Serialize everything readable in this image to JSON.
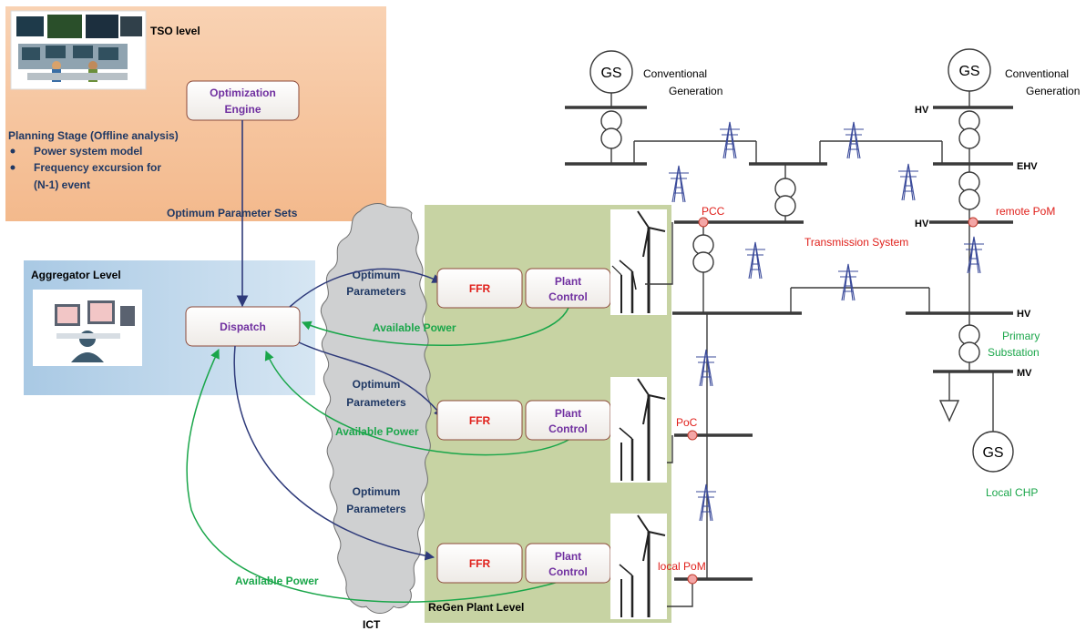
{
  "colors": {
    "tso_bg": "#f7c9a5",
    "aggregator_bg": "#b9d3e8",
    "regen_bg": "#c9d6a6",
    "node_border": "#8c4a3a",
    "purple_text": "#7030a0",
    "red_text": "#e0201b",
    "navy_text": "#1f3864",
    "green_text": "#1aa64a",
    "arrow_navy": "#2e3a7a",
    "arrow_green": "#1aa64a",
    "line_dark": "#3a3a3a",
    "tower_blue": "#3a4a9a",
    "poc_red": "#d9534f"
  },
  "tso": {
    "title": "TSO level",
    "optimization_engine": [
      "Optimization",
      "Engine"
    ],
    "planning_title": "Planning Stage (Offline analysis)",
    "planning_items": [
      "Power system model",
      "Frequency excursion for",
      "(N-1) event"
    ],
    "optimum_parameter_sets": "Optimum Parameter Sets"
  },
  "aggregator": {
    "title": "Aggregator Level",
    "dispatch": "Dispatch"
  },
  "ict": {
    "label": "ICT",
    "optimum_parameters": [
      "Optimum",
      "Parameters"
    ]
  },
  "regen": {
    "title": "ReGen Plant Level",
    "ffr": "FFR",
    "plant_control": [
      "Plant",
      "Control"
    ],
    "available_power": "Available Power"
  },
  "grid": {
    "gs": "GS",
    "conventional_generation": [
      "Conventional",
      "Generation"
    ],
    "hv": "HV",
    "ehv": "EHV",
    "mv": "MV",
    "pcc": "PCC",
    "remote_pom": "remote PoM",
    "transmission_system": "Transmission System",
    "primary_substation": [
      "Primary",
      "Substation"
    ],
    "poc": "PoC",
    "local_pom": "local PoM",
    "local_chp": "Local CHP"
  }
}
